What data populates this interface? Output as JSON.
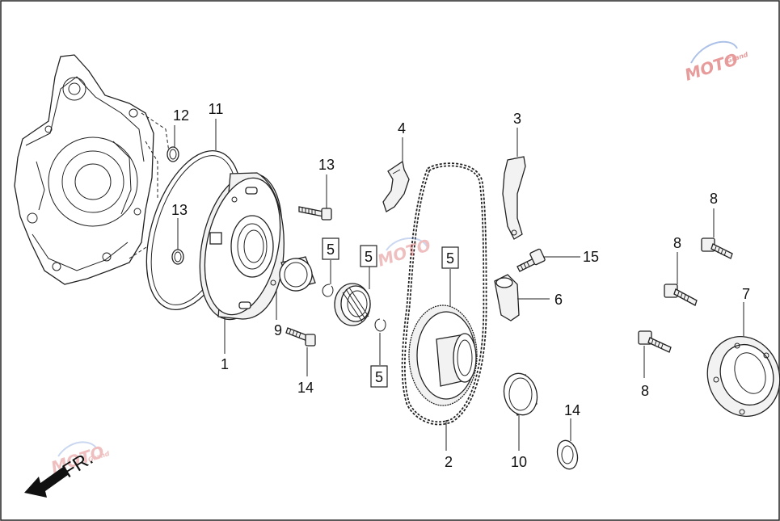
{
  "diagram": {
    "direction_label": "FR.",
    "watermark_text": "MOTO",
    "watermark_subtext": "Grand",
    "callouts": [
      {
        "id": "c1",
        "text": "1"
      },
      {
        "id": "c2",
        "text": "2"
      },
      {
        "id": "c3",
        "text": "3"
      },
      {
        "id": "c4",
        "text": "4"
      },
      {
        "id": "c6",
        "text": "6"
      },
      {
        "id": "c7",
        "text": "7"
      },
      {
        "id": "c8a",
        "text": "8"
      },
      {
        "id": "c8b",
        "text": "8"
      },
      {
        "id": "c8c",
        "text": "8"
      },
      {
        "id": "c9",
        "text": "9"
      },
      {
        "id": "c10",
        "text": "10"
      },
      {
        "id": "c11",
        "text": "11"
      },
      {
        "id": "c12",
        "text": "12"
      },
      {
        "id": "c13a",
        "text": "13"
      },
      {
        "id": "c13b",
        "text": "13"
      },
      {
        "id": "c14a",
        "text": "14"
      },
      {
        "id": "c14b",
        "text": "14"
      },
      {
        "id": "c15",
        "text": "15"
      }
    ],
    "boxed_callouts": [
      {
        "id": "b5a",
        "text": "5"
      },
      {
        "id": "b5b",
        "text": "5"
      },
      {
        "id": "b5c",
        "text": "5"
      },
      {
        "id": "b5d",
        "text": "5"
      }
    ]
  }
}
